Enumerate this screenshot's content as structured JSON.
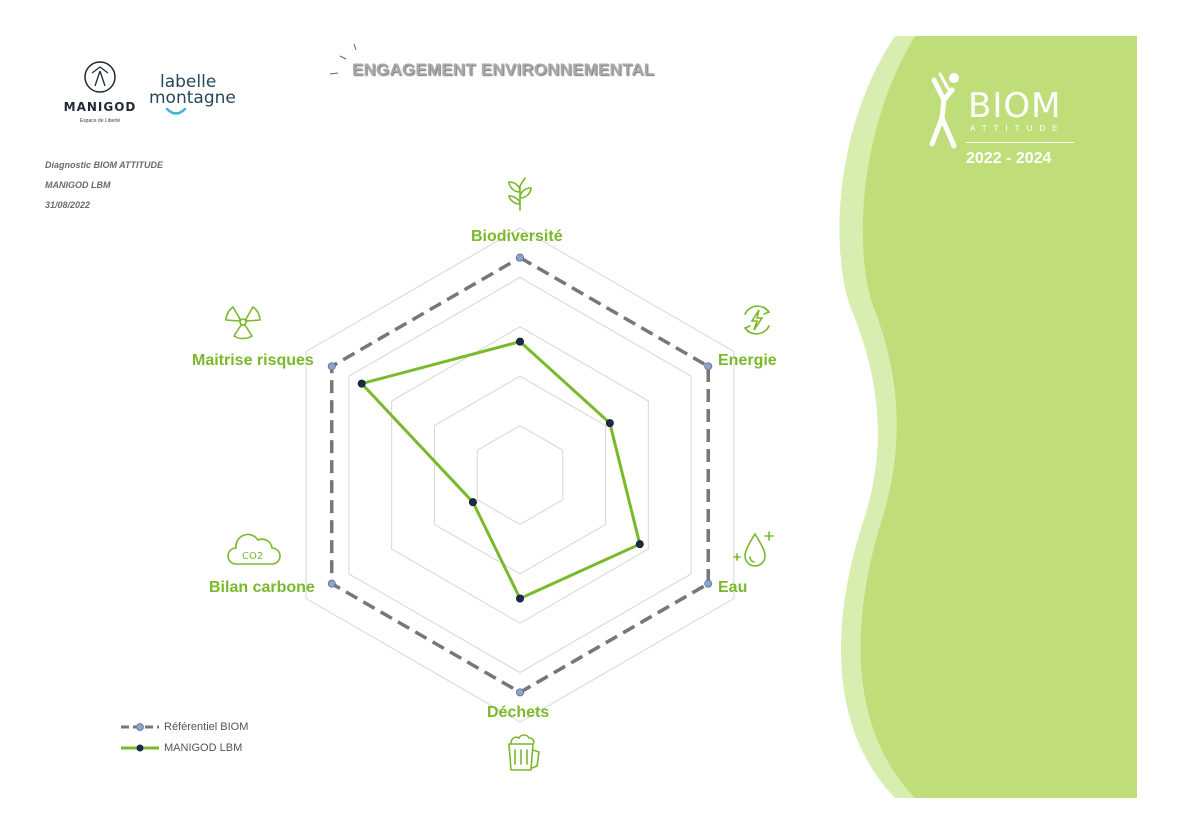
{
  "header": {
    "title": "ENGAGEMENT ENVIRONNEMENTAL",
    "logo_manigod": "MANIGOD",
    "logo_manigod_sub": "Espace de Liberté",
    "logo_labelle_line1": "labelle",
    "logo_labelle_line2": "montagne"
  },
  "info": {
    "line1": "Diagnostic BIOM ATTITUDE",
    "line2": "MANIGOD LBM",
    "line3": "31/08/2022"
  },
  "biom": {
    "word": "BIOM",
    "attitude": "ATTITUDE",
    "years": "2022 - 2024",
    "panel_color": "#bfde7a",
    "panel_light_color": "#d8eeb0"
  },
  "icons": {
    "biodiversite": "sprout-icon",
    "energie": "recycle-lightning-icon",
    "eau": "water-drop-icon",
    "dechets": "trash-bin-icon",
    "bilan_carbone": "co2-cloud-icon",
    "maitrise_risques": "radiation-icon"
  },
  "chart_data": {
    "type": "radar",
    "categories": [
      "Biodiversité",
      "Energie",
      "Eau",
      "Déchets",
      "Bilan carbone",
      "Maitrise risques"
    ],
    "rmax": 5,
    "rings": 5,
    "series": [
      {
        "name": "Référentiel BIOM",
        "values": [
          4.4,
          4.4,
          4.4,
          4.4,
          4.4,
          4.4
        ],
        "color": "#777777",
        "marker": "#8aa5cc",
        "dash": true
      },
      {
        "name": "MANIGOD LBM",
        "values": [
          2.7,
          2.1,
          2.8,
          2.5,
          1.1,
          3.7
        ],
        "color": "#7ab92b",
        "marker": "#1b2a4a",
        "dash": false
      }
    ],
    "accent": "#7ab92b"
  }
}
